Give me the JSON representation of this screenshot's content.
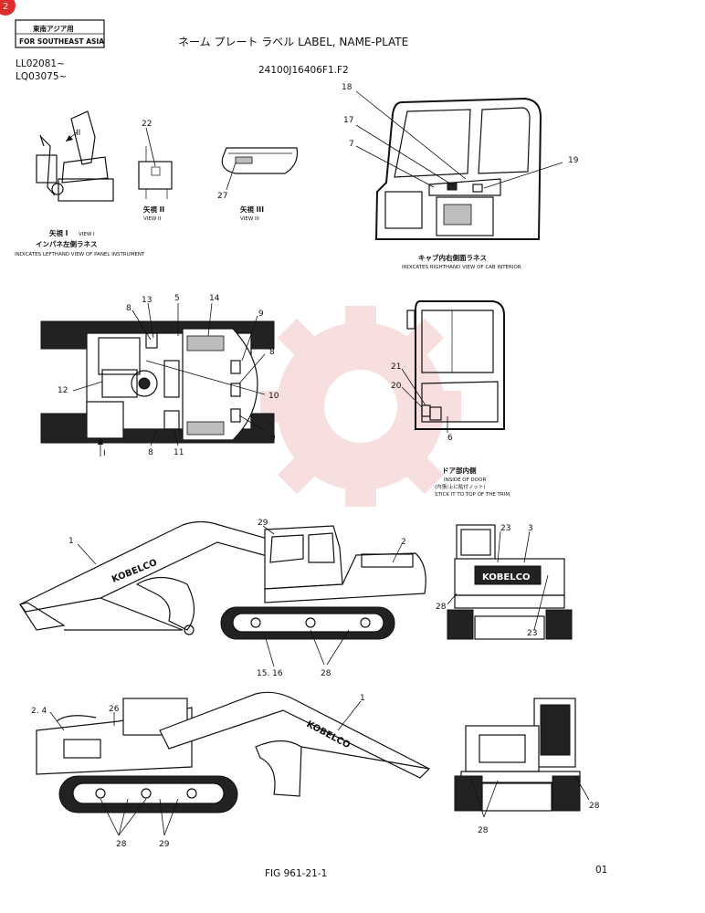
{
  "header": {
    "region_jp": "東南アジア用",
    "region_en": "FOR SOUTHEAST ASIA",
    "title": "ネーム プレート ラベル LABEL, NAME-PLATE",
    "serial_1": "LL02081~",
    "serial_2": "LQ03075~",
    "part_code": "24100J16406F1.F2",
    "page_badge": "2"
  },
  "views": {
    "view1_title": "矢視 I",
    "view1_en": "VIEW I",
    "view1_jp": "インパネ左側ラネス",
    "view1_desc": "INDICATES LEFTHAND VIEW OF PANEL INSTRUMENT",
    "view2_title": "矢視 II",
    "view2_en": "VIEW II",
    "view3_title": "矢視 III",
    "view3_en": "VIEW III",
    "view2_mark": "II",
    "view1_arrow": "I",
    "cab_jp": "キャブ内右側面ラネス",
    "cab_desc": "INDICATES RIGHTHAND VIEW OF CAB INTERIOR",
    "door_jp": "ドア部内側",
    "door_en": "INSIDE OF DOOR",
    "door_note_jp": "(内張/上に貼付ノット)",
    "door_note_en": "STICK IT TO TOP OF THE TRIM"
  },
  "brand": "KOBELCO",
  "callouts": {
    "c22": "22",
    "c27": "27",
    "c18": "18",
    "c17": "17",
    "c7": "7",
    "c19": "19",
    "c13": "13",
    "c5": "5",
    "c14": "14",
    "c8a": "8",
    "c9a": "9",
    "c8b": "8",
    "c12": "12",
    "c10": "10",
    "c9b": "9",
    "c8c": "8",
    "c11": "11",
    "c21": "21",
    "c20": "20",
    "c6": "6",
    "c29a": "29",
    "c1a": "1",
    "c2a": "2",
    "c1516": "15. 16",
    "c28a": "28",
    "c23a": "23",
    "c3": "3",
    "c28b": "28",
    "c23b": "23",
    "c24": "2. 4",
    "c26": "26",
    "c1b": "1",
    "c28c": "28",
    "c29b": "29",
    "c28d": "28",
    "c28e": "28"
  },
  "footer": {
    "fig": "FIG 961-21-1",
    "page": "01"
  },
  "colors": {
    "badge": "#e02b2b",
    "watermark": "#f3c6c6",
    "ink": "#111111"
  }
}
